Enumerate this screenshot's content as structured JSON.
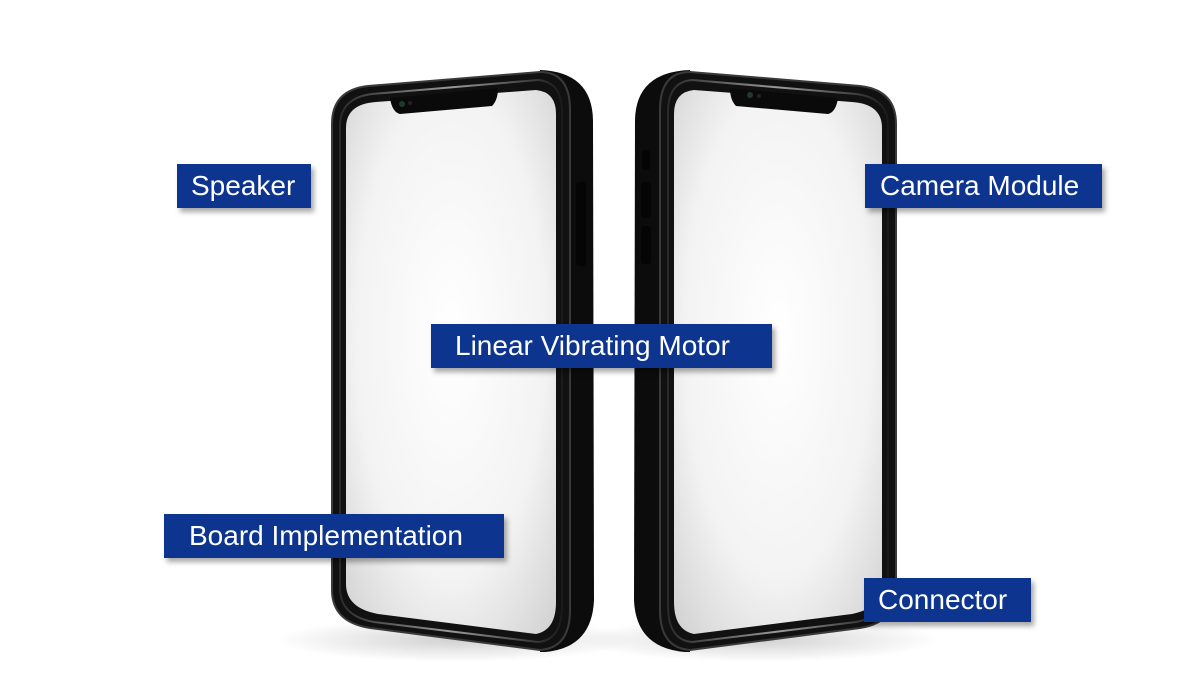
{
  "labels": {
    "speaker": "Speaker",
    "camera_module": "Camera Module",
    "linear_vibrating_motor": "Linear Vibrating Motor",
    "board_implementation": "Board Implementation",
    "connector": "Connector"
  },
  "colors": {
    "label_background": "#0d3590",
    "label_text": "#ffffff",
    "phone_frame": "#111111",
    "screen": "#f2f2f2"
  },
  "icons": {
    "left_phone": "smartphone-icon",
    "right_phone": "smartphone-icon"
  }
}
